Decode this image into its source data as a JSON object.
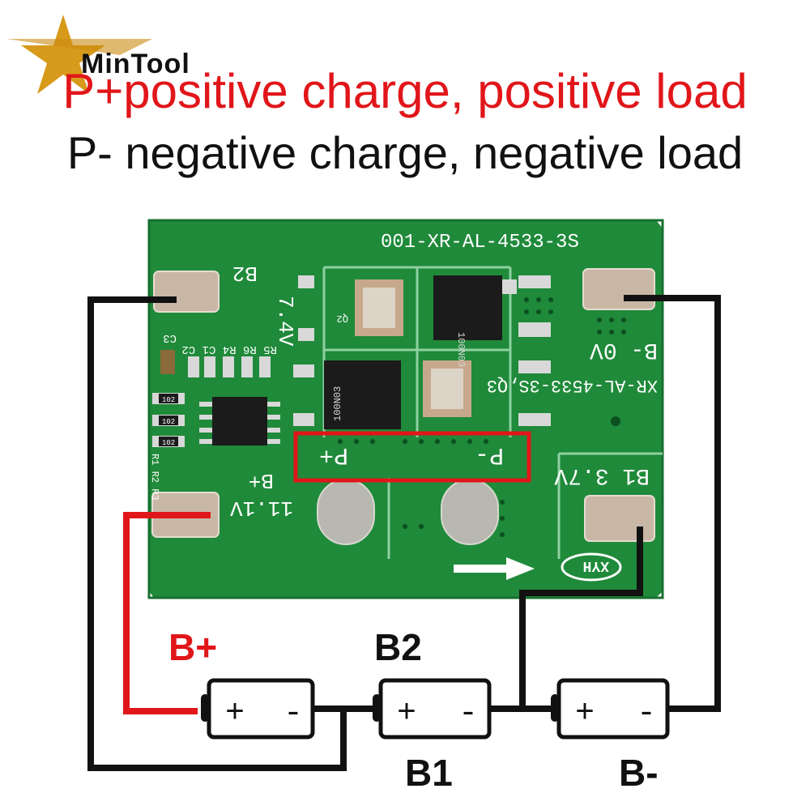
{
  "brand": {
    "logo_text": "MinTool"
  },
  "titles": {
    "line1": "P+positive charge, positive load",
    "line2": "P- negative charge, negative load"
  },
  "board": {
    "part_number": "001-XR-AL-4533-3S",
    "part_number_2": "XR-AL-4533-3S,Q3",
    "label_b2": "B2",
    "label_7v4": "7.4V",
    "label_b0v": "B- 0V",
    "label_b1": "B1 3.7V",
    "label_bplus": "B+",
    "label_11v1": "11.1V",
    "label_pplus": "P+",
    "label_pminus": "P-",
    "label_r_list": "R5 R6 R4 C1 C2",
    "label_c3": "C3",
    "label_q2": "Q2",
    "label_r1r2": "R1 R2 R3",
    "mosfet_text": "100N03",
    "resistor_code": "102",
    "brand_mark": "XYH"
  },
  "batteries": {
    "plus": "+",
    "minus": "-",
    "label_bplus": "B+",
    "label_b2": "B2",
    "label_b1": "B1",
    "label_bminus": "B-"
  },
  "colors": {
    "pcb": "#1f8a3a",
    "pcb_dark": "#177230",
    "red": "#e1161a",
    "wire": "#111111"
  }
}
